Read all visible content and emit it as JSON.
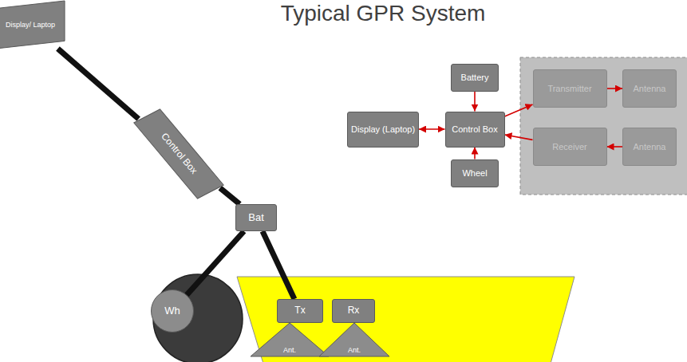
{
  "diagram": {
    "title": "Typical GPR System",
    "nodes": [
      {
        "text": [
          "Display/ Laptop"
        ]
      },
      {
        "text": [
          "Control Box"
        ]
      },
      {
        "text": [
          "Bat"
        ]
      },
      {
        "text": [
          "Wh"
        ]
      },
      {
        "text": [
          "Tx"
        ]
      },
      {
        "text": [
          "Rx"
        ]
      },
      {
        "text": [
          "Ant."
        ]
      },
      {
        "text": [
          "Ant."
        ]
      },
      {
        "text": [
          "Battery"
        ]
      },
      {
        "text": [
          "Display (Laptop)"
        ]
      },
      {
        "text": [
          "Control Box"
        ]
      },
      {
        "text": [
          "Wheel"
        ]
      },
      {
        "text": [
          "Transmitter"
        ]
      },
      {
        "text": [
          "Antenna"
        ]
      },
      {
        "text": [
          "Receiver"
        ]
      },
      {
        "text": [
          "Antenna"
        ]
      }
    ],
    "edges": [
      {
        "from": 0,
        "to": 1,
        "arrow": "none"
      },
      {
        "from": 1,
        "to": 2,
        "arrow": "none"
      },
      {
        "from": 2,
        "to": 4,
        "arrow": "none"
      },
      {
        "from": 2,
        "to": 3,
        "arrow": "none"
      },
      {
        "from": 8,
        "to": 10,
        "arrow": "to"
      },
      {
        "from": 10,
        "to": 9,
        "arrow": "both"
      },
      {
        "from": 11,
        "to": 10,
        "arrow": "to"
      },
      {
        "from": 10,
        "to": 12,
        "arrow": "to"
      },
      {
        "from": 14,
        "to": 10,
        "arrow": "to"
      },
      {
        "from": 12,
        "to": 13,
        "arrow": "to"
      },
      {
        "from": 15,
        "to": 14,
        "arrow": "to"
      }
    ]
  }
}
